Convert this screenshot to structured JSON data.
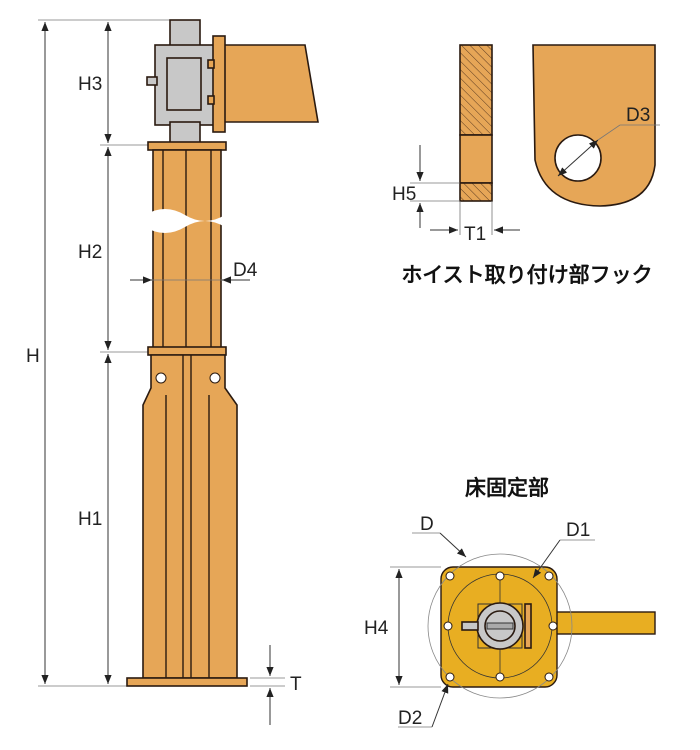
{
  "column_diagram": {
    "labels": {
      "H": "H",
      "H1": "H1",
      "H2": "H2",
      "H3": "H3",
      "D4": "D4",
      "T": "T"
    }
  },
  "hook_detail": {
    "caption": "ホイスト取り付け部フック",
    "labels": {
      "D3": "D3",
      "H5": "H5",
      "T1": "T1"
    }
  },
  "floor_detail": {
    "caption": "床固定部",
    "labels": {
      "D": "D",
      "D1": "D1",
      "D2": "D2",
      "H4": "H4"
    }
  },
  "colors": {
    "column": "#e6a657",
    "base": "#e8ae22",
    "steel": "#c8c8c8"
  }
}
